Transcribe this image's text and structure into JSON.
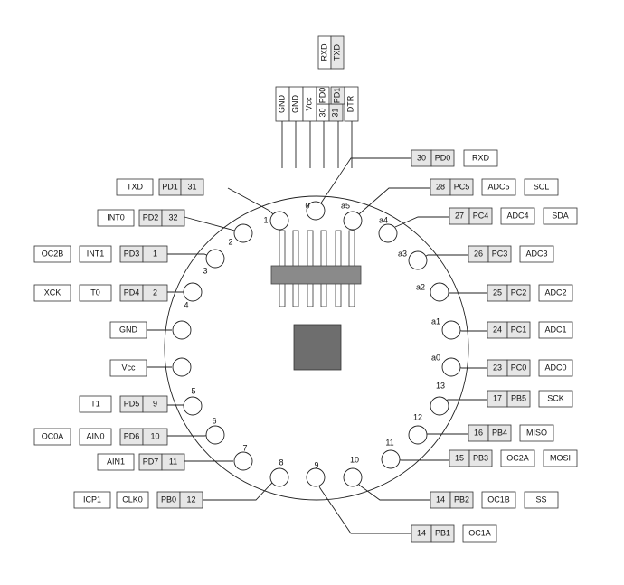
{
  "colors": {
    "line": "#222222",
    "gray_box": "#e6e6e6",
    "chip": "#6e6e6e",
    "header": "#8a8a8a"
  },
  "top_header": {
    "upper_cells": [
      "RXD",
      "TXD"
    ],
    "lower_cells": [
      "GND",
      "GND",
      "Vcc",
      "30",
      "31",
      "PD0",
      "PD1",
      "DTR"
    ]
  },
  "pins": [
    {
      "label": "1",
      "boxes": [
        "TXD",
        "PD1",
        "31"
      ]
    },
    {
      "label": "2",
      "boxes": [
        "INT0",
        "PD2",
        "32"
      ]
    },
    {
      "label": "3",
      "boxes": [
        "OC2B",
        "INT1",
        "PD3",
        "1"
      ]
    },
    {
      "label": "4",
      "boxes": [
        "XCK",
        "T0",
        "PD4",
        "2"
      ]
    },
    {
      "label": "",
      "boxes": [
        "GND"
      ]
    },
    {
      "label": "",
      "boxes": [
        "Vcc"
      ]
    },
    {
      "label": "5",
      "boxes": [
        "T1",
        "PD5",
        "9"
      ]
    },
    {
      "label": "6",
      "boxes": [
        "OC0A",
        "AIN0",
        "PD6",
        "10"
      ]
    },
    {
      "label": "7",
      "boxes": [
        "AIN1",
        "PD7",
        "11"
      ]
    },
    {
      "label": "8",
      "boxes": [
        "ICP1",
        "CLK0",
        "PB0",
        "12"
      ]
    },
    {
      "label": "0",
      "boxes": [
        "30",
        "PD0",
        "RXD"
      ]
    },
    {
      "label": "a5",
      "boxes": [
        "28",
        "PC5",
        "ADC5",
        "SCL"
      ]
    },
    {
      "label": "a4",
      "boxes": [
        "27",
        "PC4",
        "ADC4",
        "SDA"
      ]
    },
    {
      "label": "a3",
      "boxes": [
        "26",
        "PC3",
        "ADC3"
      ]
    },
    {
      "label": "a2",
      "boxes": [
        "25",
        "PC2",
        "ADC2"
      ]
    },
    {
      "label": "a1",
      "boxes": [
        "24",
        "PC1",
        "ADC1"
      ]
    },
    {
      "label": "a0",
      "boxes": [
        "23",
        "PC0",
        "ADC0"
      ]
    },
    {
      "label": "13",
      "boxes": [
        "17",
        "PB5",
        "SCK"
      ]
    },
    {
      "label": "12",
      "boxes": [
        "16",
        "PB4",
        "MISO"
      ]
    },
    {
      "label": "11",
      "boxes": [
        "15",
        "PB3",
        "OC2A",
        "MOSI"
      ]
    },
    {
      "label": "10",
      "boxes": [
        "14",
        "PB2",
        "OC1B",
        "SS"
      ]
    },
    {
      "label": "9",
      "boxes": [
        "14",
        "PB1",
        "OC1A"
      ]
    }
  ]
}
